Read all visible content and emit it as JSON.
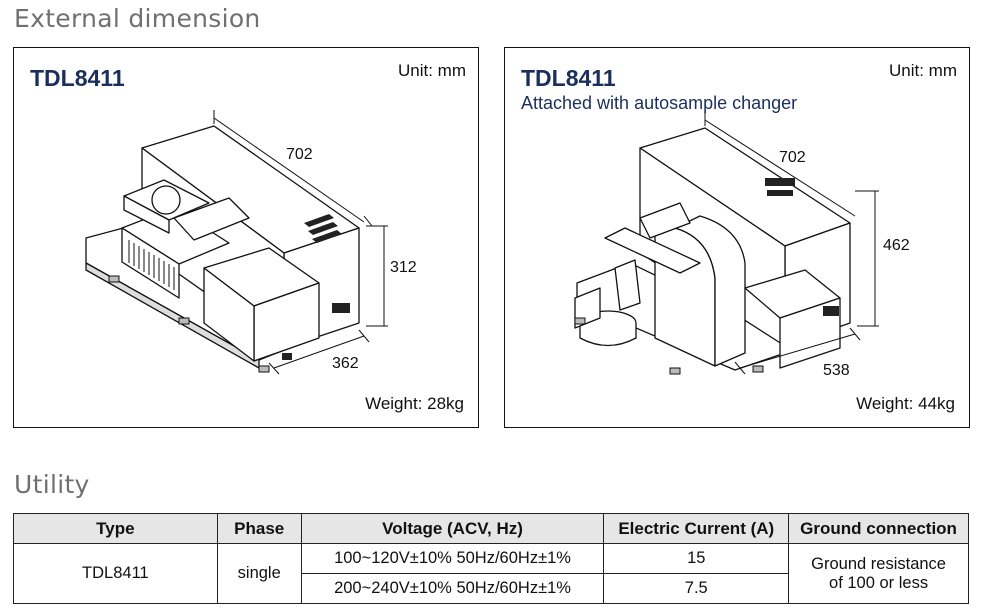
{
  "external": {
    "heading": "External dimension",
    "left": {
      "model": "TDL8411",
      "unit": "Unit: mm",
      "width": "702",
      "height": "312",
      "depth": "362",
      "weight": "Weight: 28kg"
    },
    "right": {
      "model": "TDL8411",
      "subtitle": "Attached with autosample changer",
      "unit": "Unit: mm",
      "width": "702",
      "height": "462",
      "depth": "538",
      "weight": "Weight: 44kg"
    }
  },
  "utility": {
    "heading": "Utility",
    "headers": [
      "Type",
      "Phase",
      "Voltage (ACV, Hz)",
      "Electric Current (A)",
      "Ground connection"
    ],
    "type": "TDL8411",
    "phase": "single",
    "rows": [
      {
        "voltage": "100~120V±10%  50Hz/60Hz±1%",
        "current": "15"
      },
      {
        "voltage": "200~240V±10%  50Hz/60Hz±1%",
        "current": "7.5"
      }
    ],
    "ground_line1": "Ground resistance",
    "ground_line2": "of 100  or less"
  }
}
